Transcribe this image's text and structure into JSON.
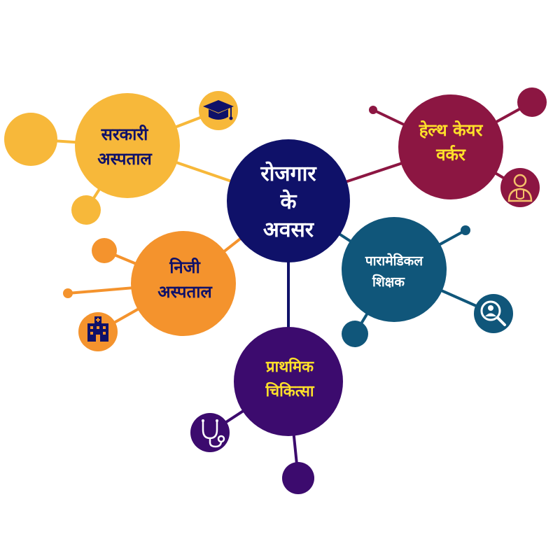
{
  "colors": {
    "center": "#0f1169",
    "gov_hospital": "#f7b83a",
    "health_worker": "#8c1642",
    "private_hospital": "#f4932d",
    "paramedical": "#10567a",
    "first_aid": "#3c0b6e",
    "yellow_text": "#ffe02a",
    "dark_text": "#0f1169",
    "white_text": "#ffffff"
  },
  "center": {
    "line1": "रोजगार",
    "line2": "के",
    "line3": "अवसर"
  },
  "nodes": {
    "gov_hospital": {
      "line1": "सरकारी",
      "line2": "अस्पताल",
      "icon": "graduation-cap-icon"
    },
    "health_worker": {
      "line1": "हेल्थ केयर",
      "line2": "वर्कर",
      "icon": "doctor-icon"
    },
    "private_hospital": {
      "line1": "निजी",
      "line2": "अस्पताल",
      "icon": "hospital-building-icon"
    },
    "paramedical": {
      "line1": "पारामेडिकल",
      "line2": "शिक्षक",
      "icon": "search-doctor-icon"
    },
    "first_aid": {
      "line1": "प्राथमिक",
      "line2": "चिकित्सा",
      "icon": "stethoscope-icon"
    }
  }
}
